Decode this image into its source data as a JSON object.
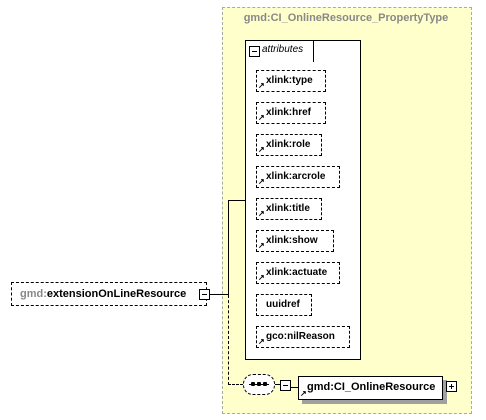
{
  "type_box": {
    "title": "gmd:CI_OnlineResource_PropertyType"
  },
  "attributes_group": {
    "title": "attributes",
    "items": [
      {
        "label": "xlink:type",
        "optional": true
      },
      {
        "label": "xlink:href",
        "optional": true
      },
      {
        "label": "xlink:role",
        "optional": true
      },
      {
        "label": "xlink:arcrole",
        "optional": true
      },
      {
        "label": "xlink:title",
        "optional": true
      },
      {
        "label": "xlink:show",
        "optional": true
      },
      {
        "label": "xlink:actuate",
        "optional": true
      },
      {
        "label": "uuidref",
        "optional": true
      },
      {
        "label": "gco:nilReason",
        "optional": true
      }
    ]
  },
  "element": {
    "prefix": "gmd:",
    "name": "extensionOnLineResource"
  },
  "child": {
    "label": "gmd:CI_OnlineResource"
  },
  "colors": {
    "type_background": "#ffffcc",
    "type_border": "#a9a9a9",
    "namespace_gray": "#888888"
  }
}
